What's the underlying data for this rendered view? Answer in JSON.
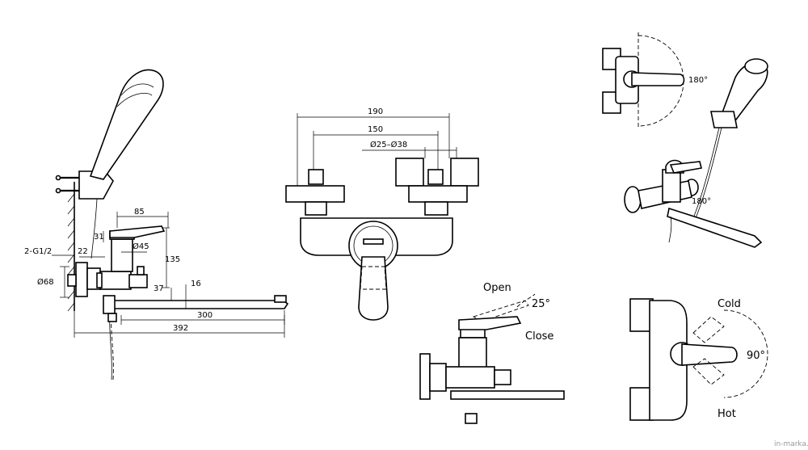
{
  "side_view": {
    "dims": {
      "d85": "85",
      "d31": "31",
      "d135": "135",
      "d45": "Ø45",
      "d22": "22",
      "thread": "2-G1/2",
      "d68": "Ø68",
      "d37": "37",
      "d16": "16",
      "d300": "300",
      "d392": "392"
    }
  },
  "front_view": {
    "dims": {
      "d190": "190",
      "d150": "150",
      "d25_38": "Ø25–Ø38"
    }
  },
  "detail_top": {
    "angle": "180°"
  },
  "detail_iso": {
    "angle": "180°"
  },
  "detail_lever": {
    "open": "Open",
    "close": "Close",
    "angle": "25°"
  },
  "detail_temp": {
    "cold": "Cold",
    "hot": "Hot",
    "angle": "90°"
  },
  "watermark": "in-marka.ru"
}
